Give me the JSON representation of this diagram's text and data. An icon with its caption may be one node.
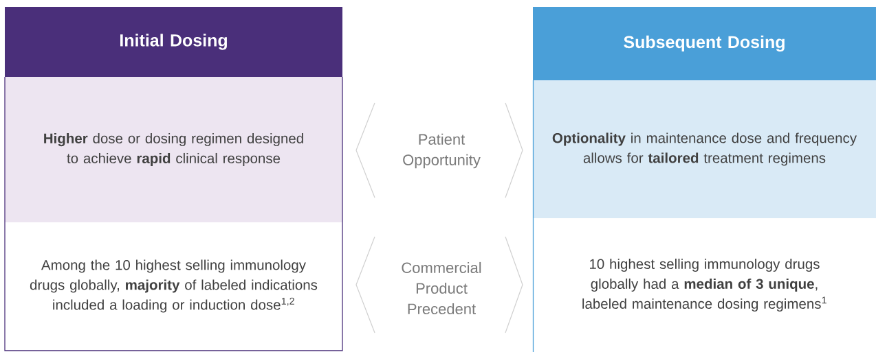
{
  "diagram": {
    "nodes": [
      {
        "text": [
          "Initial Dosing"
        ]
      },
      {
        "text": [
          "**Higher** dose or dosing regimen designed to achieve **rapid** clinical response"
        ]
      },
      {
        "text": [
          "Among the 10 highest selling immunology drugs globally, **majority** of labeled indications included a loading or induction dose$^{1,2}$"
        ]
      },
      {
        "text": [
          "Patient Opportunity"
        ]
      },
      {
        "text": [
          "Commercial Product Precedent"
        ]
      },
      {
        "text": [
          "Subsequent Dosing"
        ]
      },
      {
        "text": [
          "**Optionality** in maintenance dose and frequency allows for **tailored** treatment regimens"
        ]
      },
      {
        "text": [
          "10 highest selling immunology drugs globally had a **median of 3 unique**, labeled maintenance dosing regimens$^{1}$"
        ]
      }
    ]
  }
}
